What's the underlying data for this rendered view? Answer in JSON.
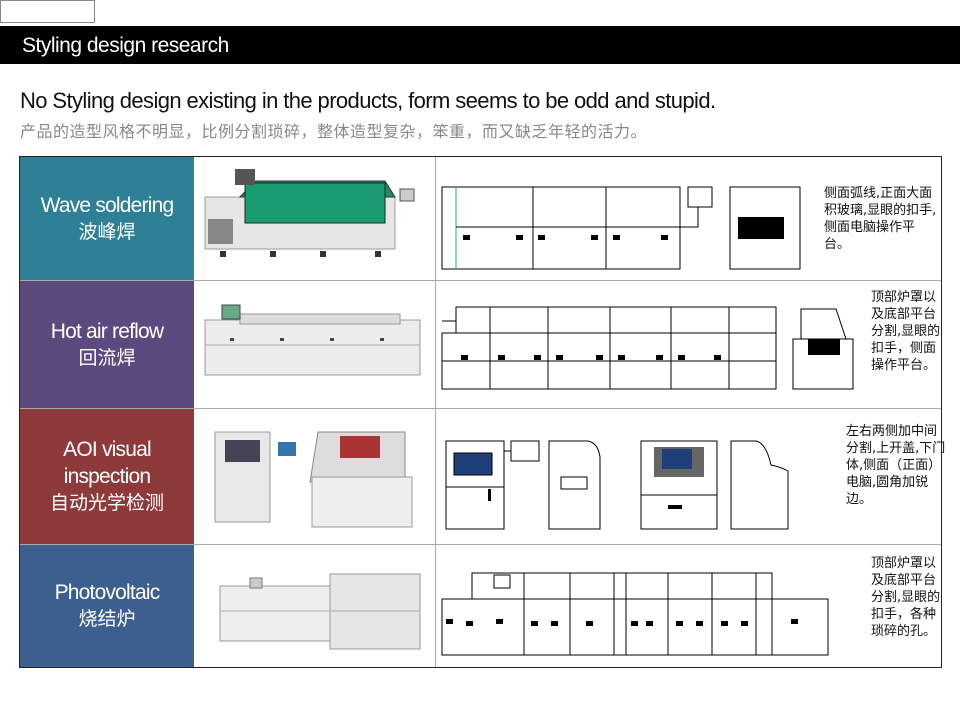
{
  "header": {
    "title": "Styling design research"
  },
  "intro": {
    "headline": "No Styling design existing in the products, form seems to be odd and stupid.",
    "subline": "产品的造型风格不明显，比例分割琐碎，整体造型复杂，笨重，而又缺乏年轻的活力。"
  },
  "rows": [
    {
      "en": "Wave soldering",
      "cn": "波峰焊",
      "color": "#2f7f96",
      "note": "侧面弧线,正面大面积玻璃,显眼的扣手,侧面电脑操作平台。"
    },
    {
      "en": "Hot air reflow",
      "cn": "回流焊",
      "color": "#5c4a7f",
      "note": "顶部炉罩以及底部平台分割,显眼的扣手，侧面操作平台。"
    },
    {
      "en": "AOI visual inspection",
      "cn": "自动光学检测",
      "color": "#8e3a3b",
      "note": "左右两侧加中间分割,上开盖,下门体,侧面（正面）电脑,圆角加锐边。"
    },
    {
      "en": "Photovoltaic",
      "cn": "烧结炉",
      "color": "#3c5f8f",
      "note": "顶部炉罩以及底部平台分割,显眼的扣手，各种琐碎的孔。"
    }
  ]
}
